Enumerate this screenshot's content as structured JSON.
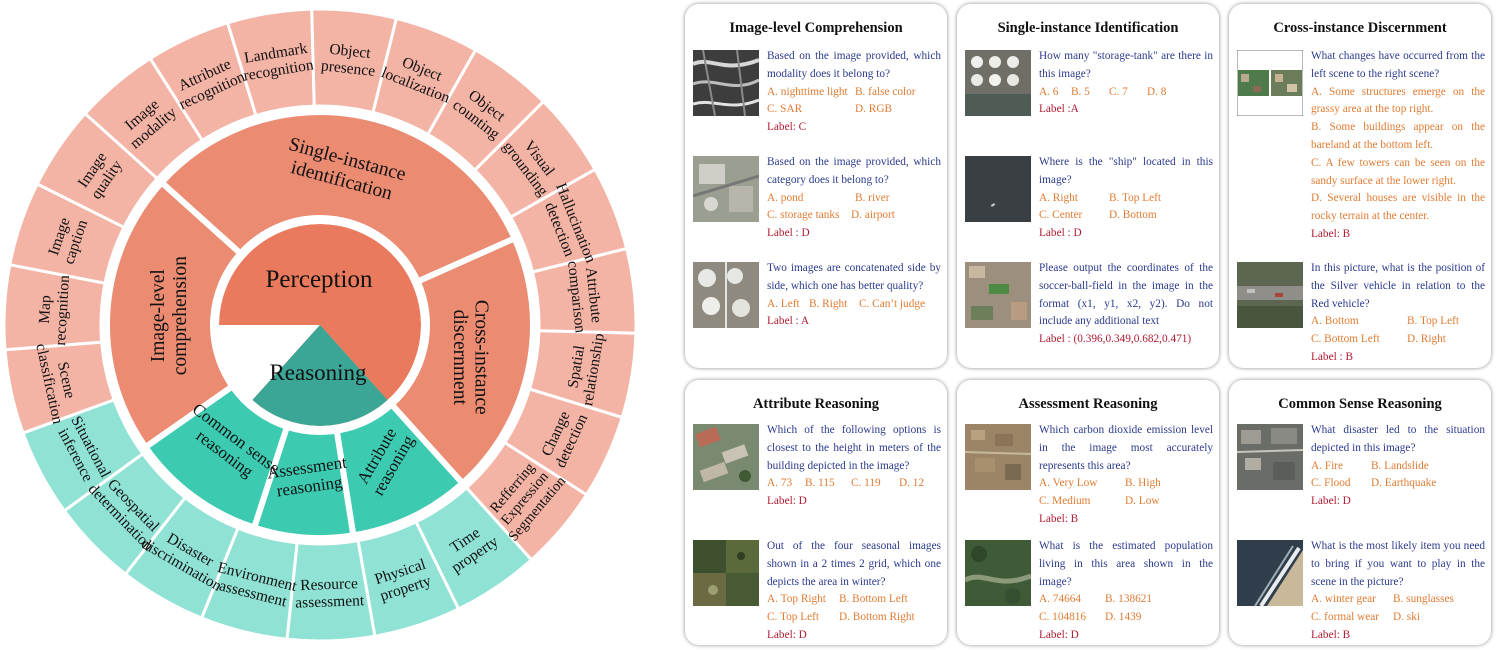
{
  "wheel": {
    "center": {
      "perception": "Perception",
      "reasoning": "Reasoning"
    },
    "middle": {
      "image_level": [
        "Image-level",
        "comprehension"
      ],
      "single_instance": [
        "Single-instance",
        "identification"
      ],
      "cross_instance": [
        "Cross-instance",
        "discernment"
      ],
      "attribute_reasoning": [
        "Attribute",
        "reasoning"
      ],
      "assessment_reasoning": [
        "Assessment",
        "reasoning"
      ],
      "common_sense": [
        "Common sense",
        "reasoning"
      ]
    },
    "outer_perception": [
      {
        "key": "scene_classification",
        "lines": [
          "Scene",
          "classification"
        ]
      },
      {
        "key": "map_recognition",
        "lines": [
          "Map",
          "recognition"
        ]
      },
      {
        "key": "image_caption",
        "lines": [
          "Image",
          "caption"
        ]
      },
      {
        "key": "image_quality",
        "lines": [
          "Image",
          "quality"
        ]
      },
      {
        "key": "image_modality",
        "lines": [
          "Image",
          "modality"
        ]
      },
      {
        "key": "attribute_recognition",
        "lines": [
          "Attribute",
          "recognition"
        ]
      },
      {
        "key": "landmark_recognition",
        "lines": [
          "Landmark",
          "recognition"
        ]
      },
      {
        "key": "object_presence",
        "lines": [
          "Object",
          "presence"
        ]
      },
      {
        "key": "object_localization",
        "lines": [
          "Object",
          "localization"
        ]
      },
      {
        "key": "object_counting",
        "lines": [
          "Object",
          "counting"
        ]
      },
      {
        "key": "visual_grounding",
        "lines": [
          "Visual",
          "grounding"
        ]
      },
      {
        "key": "hallucination_detection",
        "lines": [
          "Hallucination",
          "detection"
        ]
      },
      {
        "key": "attribute_comparison",
        "lines": [
          "Attribute",
          "comparison"
        ]
      },
      {
        "key": "spatial_relationship",
        "lines": [
          "Spatial",
          "relationship"
        ]
      },
      {
        "key": "change_detection",
        "lines": [
          "Change",
          "detection"
        ]
      },
      {
        "key": "referring_expression_segmentation",
        "lines": [
          "Refferring",
          "Expression",
          "Segmentation"
        ]
      }
    ],
    "outer_reasoning": [
      {
        "key": "time_property",
        "lines": [
          "Time",
          "property"
        ]
      },
      {
        "key": "physical_property",
        "lines": [
          "Physical",
          "property"
        ]
      },
      {
        "key": "resource_assessment",
        "lines": [
          "Resource",
          "assessment"
        ]
      },
      {
        "key": "environment_assessment",
        "lines": [
          "Environment",
          "assessment"
        ]
      },
      {
        "key": "disaster_discrimination",
        "lines": [
          "Disaster",
          "discrimination"
        ]
      },
      {
        "key": "geospatial_determination",
        "lines": [
          "Geospatial",
          "determination"
        ]
      },
      {
        "key": "situational_inference",
        "lines": [
          "Situational",
          "inference"
        ]
      }
    ],
    "colors": {
      "outer_perception": "#f3b3a5",
      "middle_perception": "#ea8b72",
      "inner_perception": "#e97a5d",
      "outer_reasoning": "#8fe2d4",
      "middle_reasoning": "#3ccbb1",
      "inner_reasoning": "#3ba596",
      "separator": "#ffffff"
    }
  },
  "cards": [
    {
      "title": "Image-level Comprehension",
      "items": [
        {
          "thumb": "sar-image",
          "question": "Based on the image provided, which modality does it belong to?",
          "options": [
            [
              "A. nighttime light",
              "B. false color"
            ],
            [
              "C. SAR",
              "D. RGB"
            ]
          ],
          "label": "Label: C"
        },
        {
          "thumb": "aerial-storage-image",
          "question": "Based on the image provided, which category does it belong to?",
          "options": [
            [
              "A. pond",
              "B. river"
            ],
            [
              "C. storage tanks",
              "D. airport"
            ]
          ],
          "label": "Label : D"
        },
        {
          "thumb": "tank-pair-image",
          "question": "Two images are concatenated side by side, which one has better quality?",
          "options": [
            [
              "A. Left",
              "B. Right",
              "C. Can’t judge"
            ]
          ],
          "label": "Label : A"
        }
      ]
    },
    {
      "title": "Single-instance Identification",
      "items": [
        {
          "thumb": "storage-tank-image",
          "question": "How many \"storage-tank\" are there in this image?",
          "options": [
            [
              "A. 6",
              "B. 5",
              "C. 7",
              "D. 8"
            ]
          ],
          "label": "Label :A"
        },
        {
          "thumb": "sea-ship-image",
          "question": "Where is the \"ship\" located in this image?",
          "options": [
            [
              "A. Right",
              "B. Top Left"
            ],
            [
              "C. Center",
              "D. Bottom"
            ]
          ],
          "label": "Label : D"
        },
        {
          "thumb": "soccer-field-image",
          "question": "Please output the coordinates of the soccer-ball-field in the image in the format (x1, y1, x2, y2). Do not include any additional text",
          "options": [],
          "label": "Label : (0.396,0.349,0.682,0.471)"
        }
      ]
    },
    {
      "title": "Cross-instance Discernment",
      "items": [
        {
          "thumb": "change-pair-image",
          "question": "What changes have occurred from the left scene to the right scene?",
          "options": [
            [
              "A. Some structures emerge on the grassy area at the top right."
            ],
            [
              "B. Some buildings appear on the bareland at the bottom left."
            ],
            [
              "C. A few towers can be seen on the sandy surface at the lower right."
            ],
            [
              "D. Several houses are visible in the rocky terrain at the center."
            ]
          ],
          "label": "Label: B"
        },
        {
          "thumb": "vehicle-image",
          "question": "In this picture, what is the position of the Silver vehicle in relation to the Red vehicle?",
          "options": [
            [
              "A. Bottom",
              "B. Top Left"
            ],
            [
              "C. Bottom Left",
              "D. Right"
            ]
          ],
          "label": "Label : B"
        }
      ]
    },
    {
      "title": "Attribute Reasoning",
      "items": [
        {
          "thumb": "building-height-image",
          "question": "Which of the following options is closest to the height in meters of the building depicted in the image?",
          "options": [
            [
              "A. 73",
              "B. 115",
              "C. 119",
              "D. 12"
            ]
          ],
          "label": "Label: D"
        },
        {
          "thumb": "seasonal-grid-image",
          "question": "Out of the four seasonal images shown in a 2 times 2 grid, which one depicts the area in winter?",
          "options": [
            [
              "A. Top Right",
              "B. Bottom Left"
            ],
            [
              "C. Top Left",
              "D. Bottom Right"
            ]
          ],
          "label": "Label: D"
        }
      ]
    },
    {
      "title": "Assessment Reasoning",
      "items": [
        {
          "thumb": "urban-area-image",
          "question": "Which carbon dioxide emission level in the image most accurately represents this area?",
          "options": [
            [
              "A. Very Low",
              "B. High"
            ],
            [
              "C. Medium",
              "D. Low"
            ]
          ],
          "label": "Label: B"
        },
        {
          "thumb": "forest-river-image",
          "question": "What is the estimated population living in this area shown in the image?",
          "options": [
            [
              "A. 74664",
              "B. 138621"
            ],
            [
              "C. 104816",
              "D. 1439"
            ]
          ],
          "label": "Label: D"
        }
      ]
    },
    {
      "title": "Common Sense Reasoning",
      "items": [
        {
          "thumb": "disaster-image",
          "question": "What disaster led to the situation depicted in this image?",
          "options": [
            [
              "A. Fire",
              "B. Landslide"
            ],
            [
              "C. Flood",
              "D. Earthquake"
            ]
          ],
          "label": "Label: D"
        },
        {
          "thumb": "beach-image",
          "question": "What is the most likely item you need to bring if you want to play in the scene in the picture?",
          "options": [
            [
              "A. winter gear",
              "B. sunglasses"
            ],
            [
              "C. formal wear",
              "D. ski"
            ]
          ],
          "label": "Label: B"
        }
      ]
    }
  ]
}
